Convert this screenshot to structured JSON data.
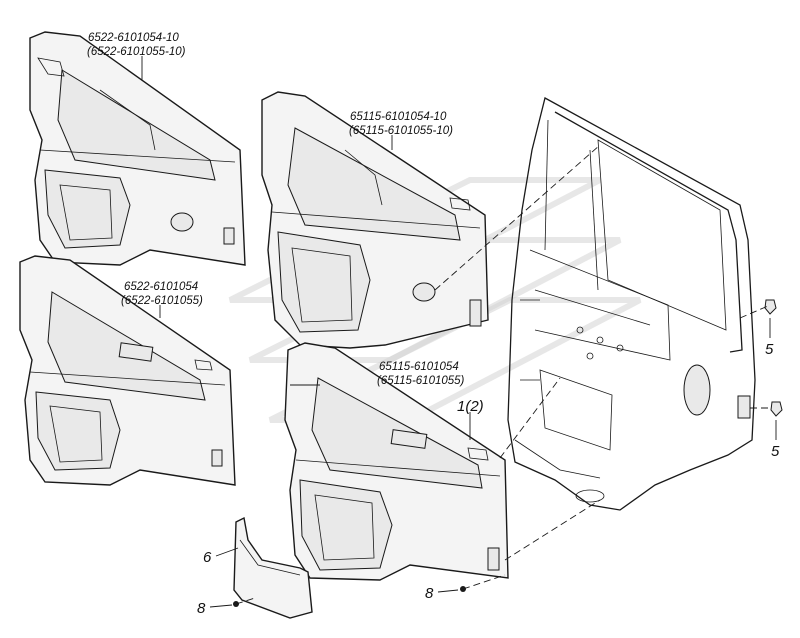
{
  "labels": {
    "top_left_part": "6522-6101054-10",
    "top_left_part_alt": "(6522-6101055-10)",
    "top_right_part": "65115-6101054-10",
    "top_right_part_alt": "(65115-6101055-10)",
    "mid_left_part": "6522-6101054",
    "mid_left_part_alt": "(6522-6101055)",
    "mid_right_part": "65115-6101054",
    "mid_right_part_alt": "(65115-6101055)",
    "callout_1": "1(2)",
    "callout_5_upper": "5",
    "callout_5_lower": "5",
    "callout_6": "6",
    "callout_8_left": "8",
    "callout_8_right": "8"
  }
}
